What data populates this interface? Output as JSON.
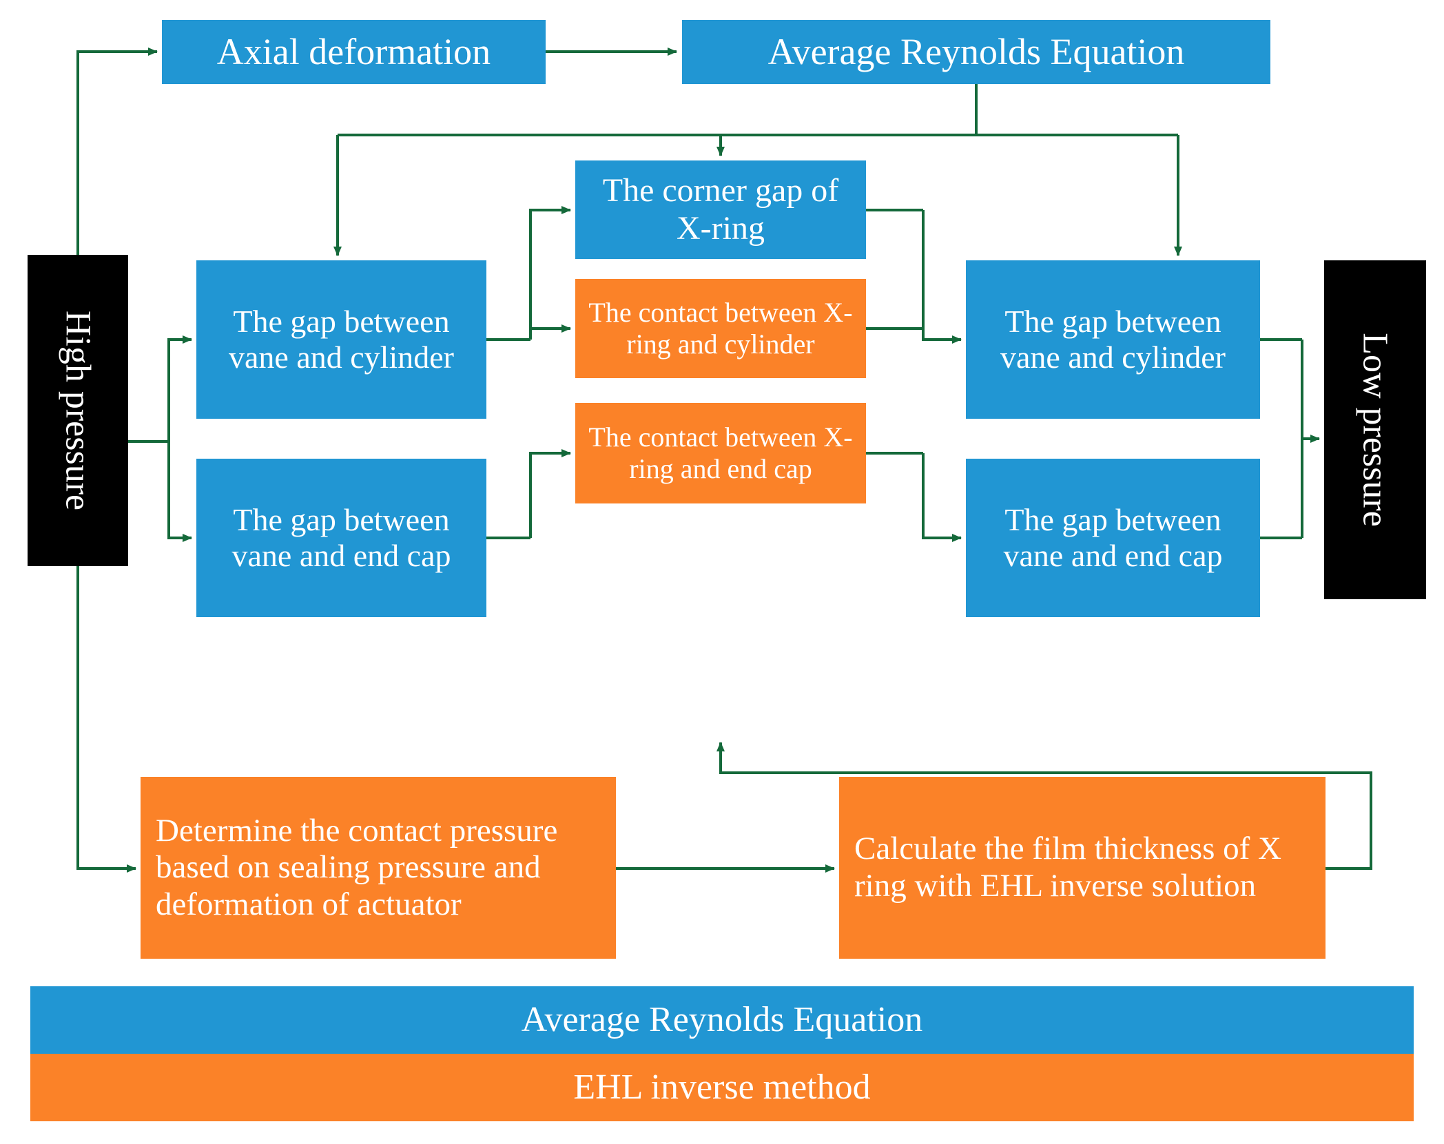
{
  "colors": {
    "blue": "#2196d3",
    "orange": "#fb8228",
    "black": "#000000",
    "arrow_dark_green": "#14693a",
    "arrow_light_green": "#2bab77",
    "text": "#ffffff",
    "background": "#ffffff"
  },
  "diagram": {
    "type": "flowchart",
    "title": "",
    "boundaries": {
      "inlet": "High pressure",
      "outlet": "Low pressure"
    },
    "nodes": {
      "axial_deformation": "Axial deformation",
      "average_reynolds_top": "Average Reynolds Equation",
      "gap_vane_cylinder_left": "The gap between vane and cylinder",
      "gap_vane_endcap_left": "The gap between vane and end cap",
      "corner_gap_xring": "The corner gap of X-ring",
      "contact_xring_cylinder": "The contact between X-ring and cylinder",
      "contact_xring_endcap": "The contact between X-ring and end cap",
      "gap_vane_cylinder_right": "The gap between vane and cylinder",
      "gap_vane_endcap_right": "The gap between vane and end cap",
      "determine_contact_pressure": "Determine the contact pressure based on sealing pressure and deformation of actuator",
      "calculate_film_thickness": "Calculate the film thickness of X ring with EHL inverse solution"
    },
    "legend": {
      "blue_bar": "Average Reynolds Equation",
      "orange_bar": "EHL inverse method"
    },
    "edges": [
      {
        "from": "High pressure",
        "to": "Axial deformation"
      },
      {
        "from": "Axial deformation",
        "to": "Average Reynolds Equation"
      },
      {
        "from": "Average Reynolds Equation",
        "to": "The corner gap of X-ring"
      },
      {
        "from": "Average Reynolds Equation",
        "to": "The gap between vane and cylinder (left)"
      },
      {
        "from": "Average Reynolds Equation",
        "to": "The gap between vane and cylinder (right)"
      },
      {
        "from": "High pressure",
        "to": "The gap between vane and cylinder (left)"
      },
      {
        "from": "High pressure",
        "to": "The gap between vane and end cap (left)"
      },
      {
        "from": "The gap between vane and cylinder (left)",
        "to": "The corner gap of X-ring"
      },
      {
        "from": "The gap between vane and cylinder (left)",
        "to": "The contact between X-ring and cylinder"
      },
      {
        "from": "The gap between vane and end cap (left)",
        "to": "The contact between X-ring and end cap"
      },
      {
        "from": "The corner gap of X-ring",
        "to": "The gap between vane and cylinder (right)"
      },
      {
        "from": "The contact between X-ring and cylinder",
        "to": "The gap between vane and cylinder (right)"
      },
      {
        "from": "The contact between X-ring and end cap",
        "to": "The gap between vane and end cap (right)"
      },
      {
        "from": "The gap between vane and cylinder (right)",
        "to": "Low pressure"
      },
      {
        "from": "The gap between vane and end cap (right)",
        "to": "Low pressure"
      },
      {
        "from": "High pressure",
        "to": "Determine the contact pressure..."
      },
      {
        "from": "Determine the contact pressure...",
        "to": "Calculate the film thickness of X ring..."
      },
      {
        "from": "Calculate the film thickness of X ring...",
        "to": "The contact between X-ring and end cap"
      }
    ]
  }
}
